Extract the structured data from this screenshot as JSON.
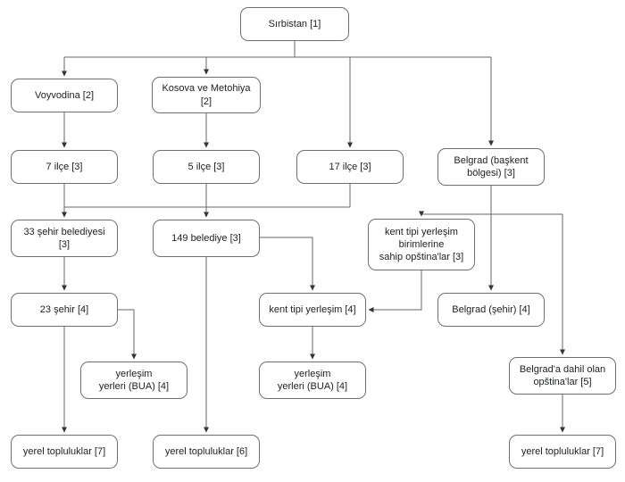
{
  "diagram": {
    "background_color": "#ffffff",
    "box_border_color": "#6f6f6f",
    "line_color": "#666666",
    "text_color": "#202122"
  },
  "nodes": {
    "sirbistan": {
      "label": "Sırbistan [1]"
    },
    "voyvodina": {
      "label": "Voyvodina [2]"
    },
    "kosova": {
      "label": "Kosova ve Metohiya\n[2]"
    },
    "ilce7": {
      "label": "7 ilçe [3]"
    },
    "ilce5": {
      "label": "5 ilçe [3]"
    },
    "ilce17": {
      "label": "17 ilçe [3]"
    },
    "belgrad_baskent": {
      "label": "Belgrad (başkent\nbölgesi) [3]"
    },
    "sehir_belediyesi33": {
      "label": "33 şehir belediyesi\n[3]"
    },
    "belediye149": {
      "label": "149 belediye [3]"
    },
    "kent_tipi_opstina": {
      "label": "kent tipi yerleşim\nbirimlerine\nsahip opština'lar [3]"
    },
    "sehir23": {
      "label": "23 şehir [4]"
    },
    "kent_tipi_yerlesim": {
      "label": "kent tipi yerleşim [4]"
    },
    "belgrad_sehir": {
      "label": "Belgrad (şehir) [4]"
    },
    "bua_left": {
      "label": "yerleşim\nyerleri (BUA) [4]"
    },
    "bua_right": {
      "label": "yerleşim\nyerleri (BUA) [4]"
    },
    "belgrad_opstina": {
      "label": "Belgrad'a dahil olan\nopština'lar [5]"
    },
    "yerel_left": {
      "label": "yerel topluluklar [7]"
    },
    "yerel_mid": {
      "label": "yerel topluluklar [6]"
    },
    "yerel_right": {
      "label": "yerel topluluklar [7]"
    }
  },
  "edges": [
    {
      "from": "sirbistan",
      "to": "voyvodina"
    },
    {
      "from": "sirbistan",
      "to": "kosova"
    },
    {
      "from": "sirbistan",
      "to": "ilce17"
    },
    {
      "from": "sirbistan",
      "to": "belgrad_baskent"
    },
    {
      "from": "voyvodina",
      "to": "ilce7"
    },
    {
      "from": "kosova",
      "to": "ilce5"
    },
    {
      "from": "ilce7",
      "to": "sehir_belediyesi33"
    },
    {
      "from": "ilce7",
      "to": "belediye149"
    },
    {
      "from": "ilce5",
      "to": "sehir_belediyesi33"
    },
    {
      "from": "ilce5",
      "to": "belediye149"
    },
    {
      "from": "ilce17",
      "to": "sehir_belediyesi33"
    },
    {
      "from": "ilce17",
      "to": "belediye149"
    },
    {
      "from": "belgrad_baskent",
      "to": "kent_tipi_opstina"
    },
    {
      "from": "belgrad_baskent",
      "to": "belgrad_sehir"
    },
    {
      "from": "belgrad_baskent",
      "to": "belgrad_opstina"
    },
    {
      "from": "sehir_belediyesi33",
      "to": "sehir23"
    },
    {
      "from": "belediye149",
      "to": "kent_tipi_yerlesim"
    },
    {
      "from": "belediye149",
      "to": "yerel_mid"
    },
    {
      "from": "kent_tipi_opstina",
      "to": "kent_tipi_yerlesim"
    },
    {
      "from": "sehir23",
      "to": "bua_left"
    },
    {
      "from": "sehir23",
      "to": "yerel_left"
    },
    {
      "from": "kent_tipi_yerlesim",
      "to": "bua_right"
    },
    {
      "from": "belgrad_opstina",
      "to": "yerel_right"
    }
  ]
}
